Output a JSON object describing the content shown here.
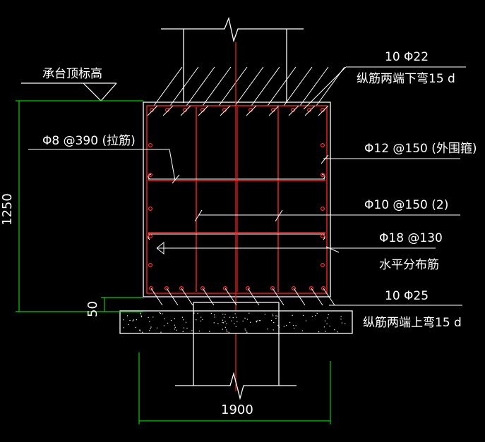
{
  "colors": {
    "background": "#000000",
    "line": "#ffffff",
    "rebar": "#ff2020",
    "dimension": "#00e000",
    "dots": "#e0e0e0"
  },
  "labels": {
    "cap_top": "承台顶标高",
    "top_bars": "10 Φ22",
    "top_bars_note": "纵筋两端下弯15 d",
    "tie_bar": "Φ8 @390 (拉筋)",
    "stirrup_outer": "Φ12 @150 (外围箍)",
    "stirrup_inner": "Φ10 @150 (2)",
    "horizontal_bar": "Φ18 @130",
    "horizontal_bar_note": "水平分布筋",
    "bottom_bars": "10 Φ25",
    "bottom_bars_note": "纵筋两端上弯15 d"
  },
  "dimensions": {
    "height": "1250",
    "cover": "50",
    "width": "1900"
  }
}
